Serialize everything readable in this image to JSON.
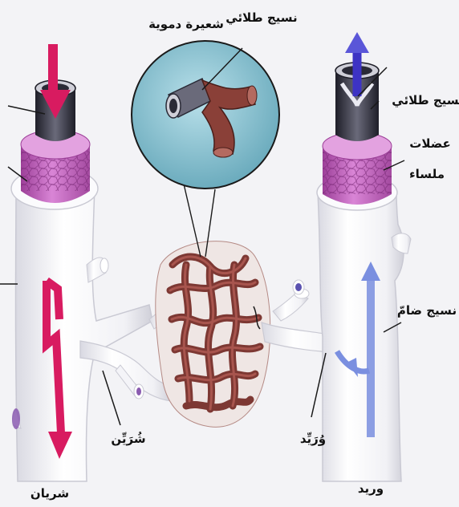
{
  "labels": {
    "capillary": "شعيرة دموية",
    "epithelial_top": "نسيج طلائي",
    "epithelial_right": "نسيج طلائي",
    "smooth_muscle_line1": "عضلات",
    "smooth_muscle_line2": "ملساء",
    "connective_tissue": "نسيج ضامّ",
    "venule": "وُرَيِّد",
    "arteriole": "شُرَيِّن",
    "artery": "شريان",
    "vein": "وريد"
  },
  "colors": {
    "background": "#f3f3f6",
    "vessel_wall": "#f7f7fa",
    "smooth_muscle": "#c769c4",
    "endothelium": "#2e2e3a",
    "arterial_arrow": "#d81b60",
    "venous_arrow": "#7a8fe0",
    "capillary_net": "#8a3f3a",
    "zoom_circle": "#7fb9c9"
  }
}
